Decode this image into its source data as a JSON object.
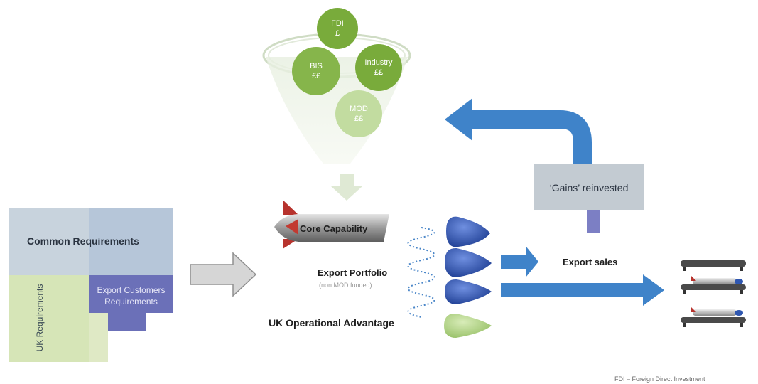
{
  "funding": {
    "fdi_label": "FDI",
    "fdi_amount": "£",
    "industry_label": "Industry",
    "industry_amount": "££",
    "bis_label": "BIS",
    "bis_amount": "££",
    "mod_label": "MOD",
    "mod_amount": "££"
  },
  "requirements": {
    "common": "Common Requirements",
    "uk": "UK Requirements",
    "export_line1": "Export Customers",
    "export_line2": "Requirements"
  },
  "center": {
    "core_capability": "Core Capability",
    "export_portfolio": "Export Portfolio",
    "export_portfolio_note": "(non MOD funded)",
    "uk_operational_advantage": "UK Operational Advantage"
  },
  "right": {
    "gains_reinvested": "‘Gains’ reinvested",
    "export_sales": "Export sales"
  },
  "footnote": "FDI – Foreign Direct Investment",
  "colors": {
    "green_dark": "#7aab3c",
    "green_light": "#b9d68a",
    "blue_arrow": "#3d7fc4",
    "blue_cone": "#2f57b0",
    "gray_box": "#c3ccd4",
    "purple": "#6a6db6"
  }
}
